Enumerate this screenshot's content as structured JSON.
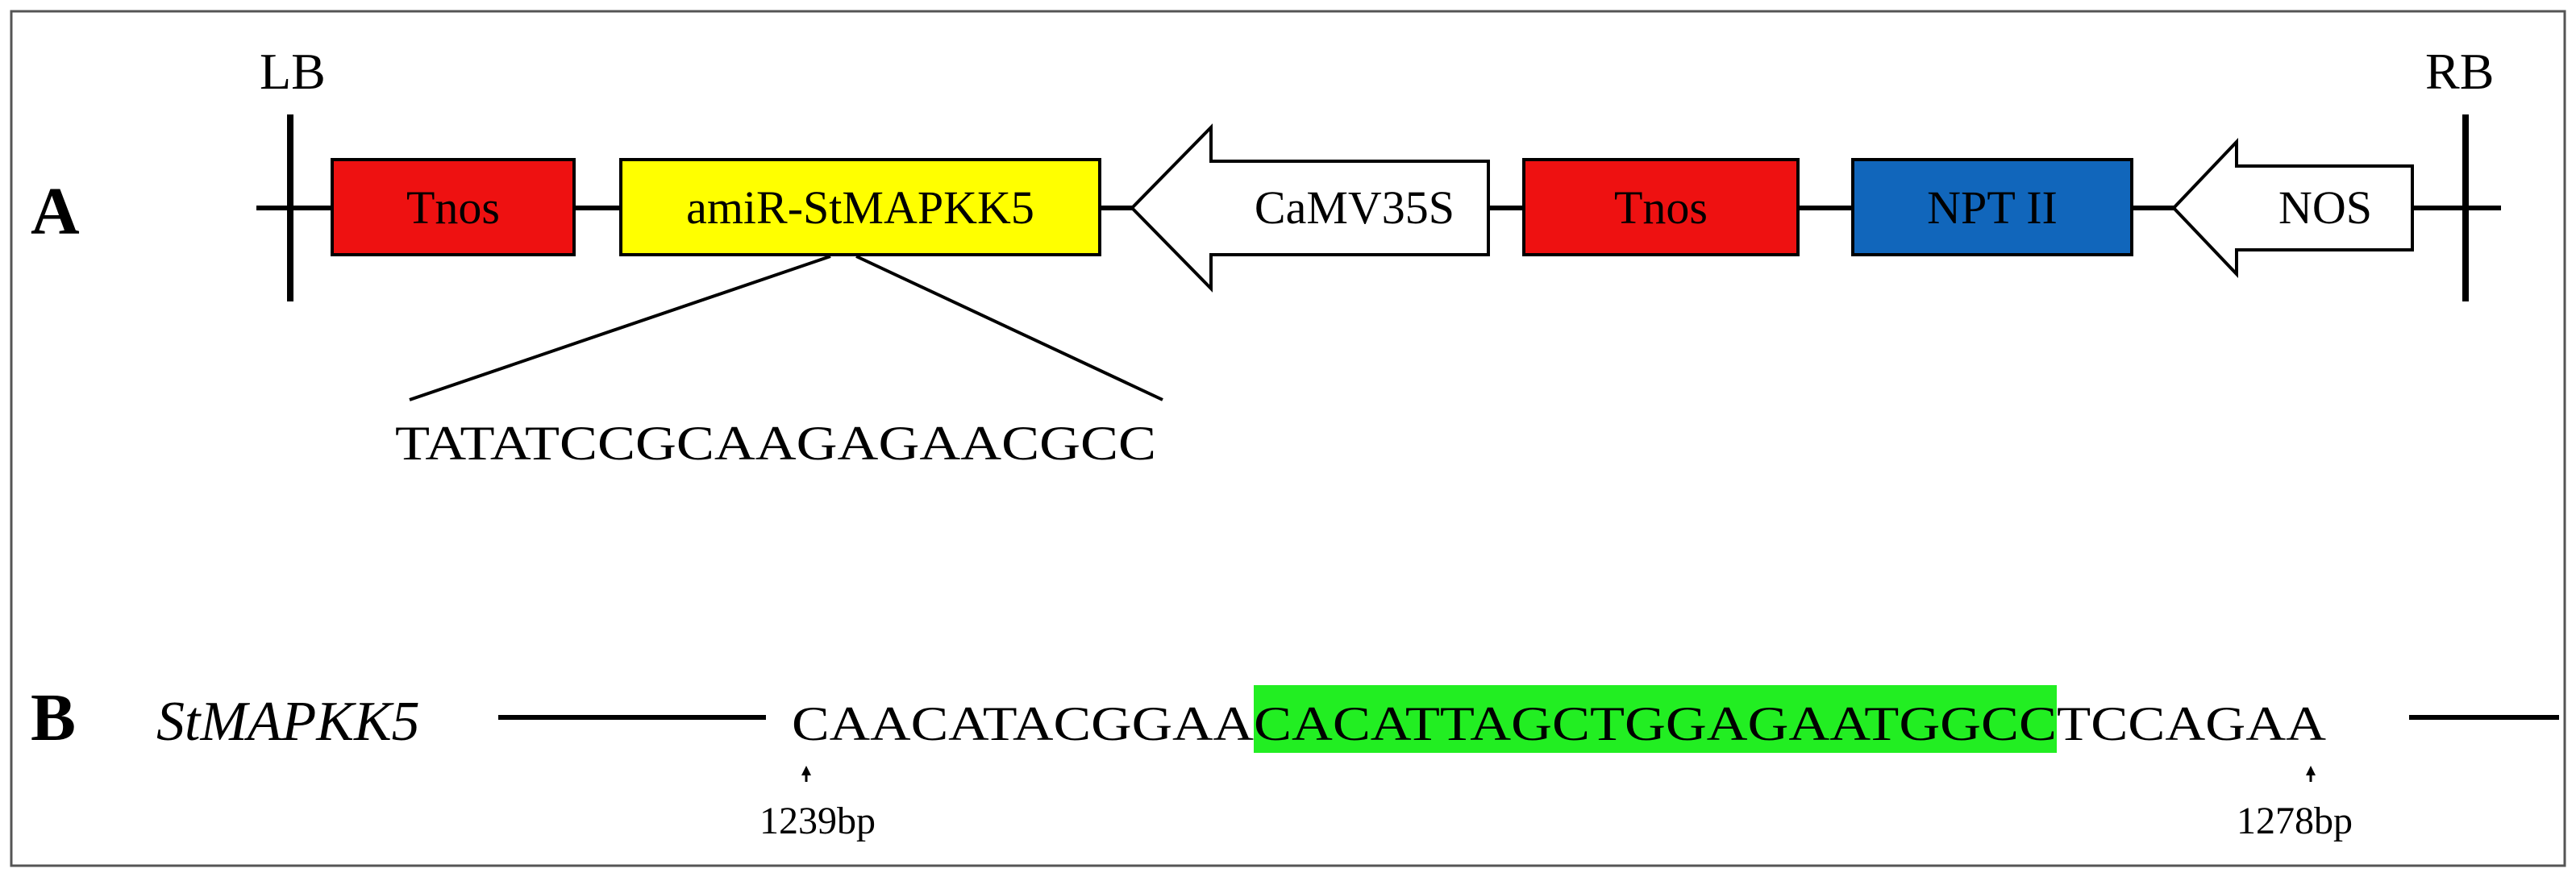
{
  "panel_a": {
    "letter": "A",
    "left_border": "LB",
    "right_border": "RB",
    "elements": [
      {
        "label": "Tnos",
        "shape": "box",
        "color": "#ee1111"
      },
      {
        "label": "amiR-StMAPKK5",
        "shape": "box",
        "color": "#ffff00"
      },
      {
        "label": "CaMV35S",
        "shape": "arrow-left",
        "color": "#ffffff"
      },
      {
        "label": "Tnos",
        "shape": "box",
        "color": "#ee1111"
      },
      {
        "label": "NPT II",
        "shape": "box",
        "color": "#1166bb"
      },
      {
        "label": "NOS",
        "shape": "arrow-left",
        "color": "#ffffff"
      }
    ],
    "amirna_sequence": "TATATCCGCAAGAGAACGCC"
  },
  "panel_b": {
    "letter": "B",
    "gene": "StMAPKK5",
    "seq_prefix": "CAACATACGGAA",
    "seq_target": "CACATTAGCTGGAGAATGGCC",
    "seq_suffix": "TCCAGAA",
    "target_highlight_color": "#22ee22",
    "start_position": "1239bp",
    "end_position": "1278bp"
  }
}
